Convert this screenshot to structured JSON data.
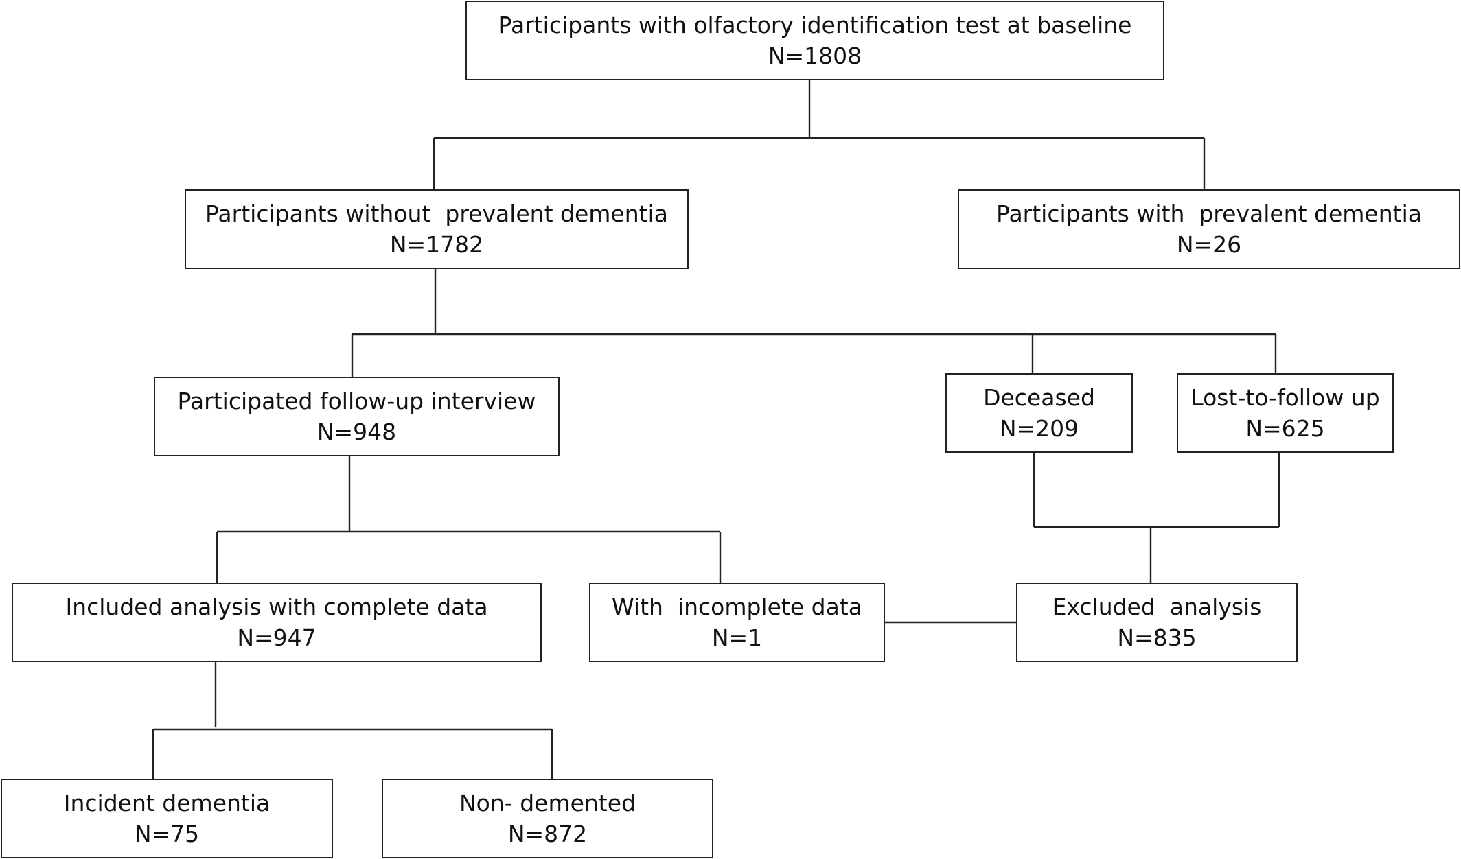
{
  "boxes": {
    "baseline": {
      "label": "Participants with olfactory identification test at baseline",
      "n": "N=1808"
    },
    "no_dementia": {
      "label": "Participants without  prevalent dementia",
      "n": "N=1782"
    },
    "with_dementia": {
      "label": "Participants with  prevalent dementia",
      "n": "N=26"
    },
    "followup": {
      "label": "Participated follow-up interview",
      "n": "N=948"
    },
    "deceased": {
      "label": "Deceased",
      "n": "N=209"
    },
    "lost": {
      "label": "Lost-to-follow up",
      "n": "N=625"
    },
    "complete": {
      "label": "Included analysis with complete data",
      "n": "N=947"
    },
    "incomplete": {
      "label": "With  incomplete data",
      "n": "N=1"
    },
    "excluded": {
      "label": "Excluded  analysis",
      "n": "N=835"
    },
    "incident": {
      "label": "Incident dementia",
      "n": "N=75"
    },
    "non_demented": {
      "label": "Non- demented",
      "n": "N=872"
    }
  }
}
